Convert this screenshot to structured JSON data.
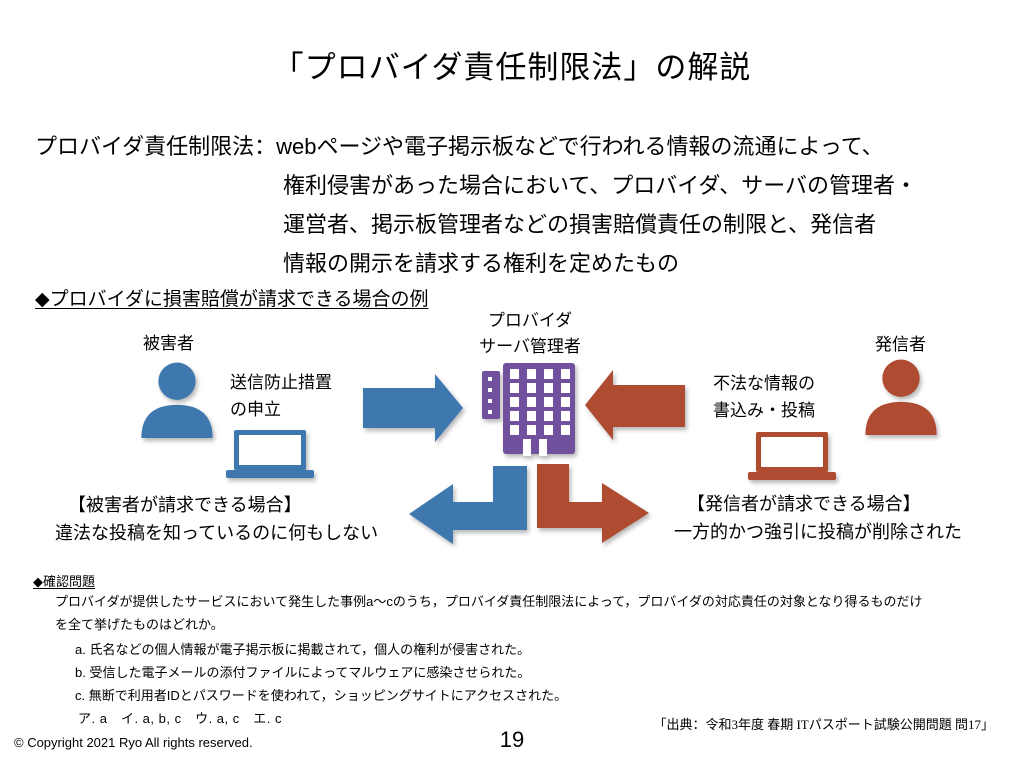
{
  "slide": {
    "title": "「プロバイダ責任制限法」の解説",
    "definition": {
      "lines": [
        "プロバイダ責任制限法：webページや電子掲示板などで行われる情報の流通によって、",
        "権利侵害があった場合において、プロバイダ、サーバの管理者・",
        "運営者、掲示板管理者などの損害賠償責任の制限と、発信者",
        "情報の開示を請求する権利を定めたもの"
      ]
    },
    "example_heading": "◆プロバイダに損害賠償が請求できる場合の例",
    "diagram": {
      "victim_label": "被害者",
      "provider_label_line1": "プロバイダ",
      "provider_label_line2": "サーバ管理者",
      "sender_label": "発信者",
      "victim_action_line1": "送信防止措置",
      "victim_action_line2": "の申立",
      "sender_action_line1": "不法な情報の",
      "sender_action_line2": "書込み・投稿",
      "victim_claim_title": "【被害者が請求できる場合】",
      "victim_claim_body": "違法な投稿を知っているのに何もしない",
      "sender_claim_title": "【発信者が請求できる場合】",
      "sender_claim_body": "一方的かつ強引に投稿が削除された",
      "icons": {
        "victim_person": "user-silhouette-icon",
        "sender_person": "user-silhouette-icon",
        "provider_building": "office-building-icon",
        "victim_laptop": "laptop-icon",
        "sender_laptop": "laptop-icon",
        "request_arrow": "arrow-right-icon",
        "post_arrow": "arrow-left-icon",
        "victim_claim_arrow": "elbow-arrow-down-left-icon",
        "sender_claim_arrow": "elbow-arrow-down-right-icon"
      }
    },
    "colors": {
      "blue": "#3E78AE",
      "red": "#AF4B31",
      "purple": "#71519E",
      "text": "#000000",
      "bg": "#FFFFFF"
    },
    "quiz": {
      "heading": "◆確認問題",
      "question_lines": [
        "プロバイダが提供したサービスにおいて発生した事例a～cのうち，プロバイダ責任制限法によって，プロバイダの対応責任の対象となり得るものだけ",
        "を全て挙げたものはどれか。"
      ],
      "items": [
        "a. 氏名などの個人情報が電子掲示板に掲載されて，個人の権利が侵害された。",
        "b. 受信した電子メールの添付ファイルによってマルウェアに感染させられた。",
        "c. 無断で利用者IDとパスワードを使われて，ショッピングサイトにアクセスされた。"
      ],
      "choices": "ア. a　イ. a, b, c　ウ. a, c　エ. c"
    },
    "source": "「出典：令和3年度 春期 ITパスポート試験公開問題 問17」",
    "footer": {
      "copyright": "© Copyright 2021 Ryo All rights reserved.",
      "page_number": "19"
    }
  }
}
